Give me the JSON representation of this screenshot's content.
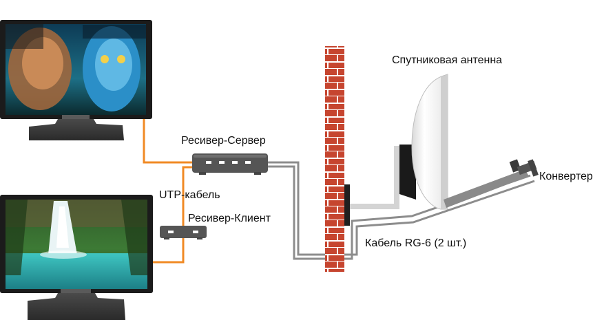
{
  "labels": {
    "receiver_server": "Ресивер-Сервер",
    "utp_cable": "UTP-кабель",
    "receiver_client": "Ресивер-Клиент",
    "satellite_antenna": "Спутниковая антенна",
    "converter": "Конвертер",
    "cable_rg6": "Кабель RG-6 (2 шт.)"
  },
  "colors": {
    "utp_cable": "#f08a24",
    "coax_cable": "#8c8c8c",
    "brick": "#c6452f",
    "mortar": "#ffffff",
    "device": "#555555",
    "stand": "#3a3a3a"
  }
}
